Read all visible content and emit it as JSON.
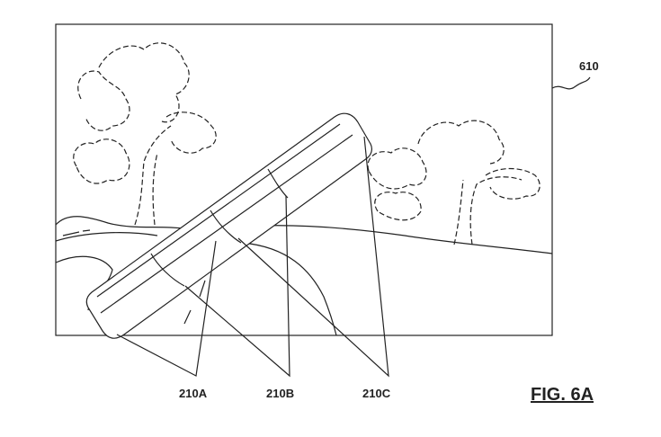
{
  "figure_label": "FIG. 6A",
  "reference_labels": {
    "display": "610",
    "lens_a": "210A",
    "lens_b": "210B",
    "lens_c": "210C"
  }
}
